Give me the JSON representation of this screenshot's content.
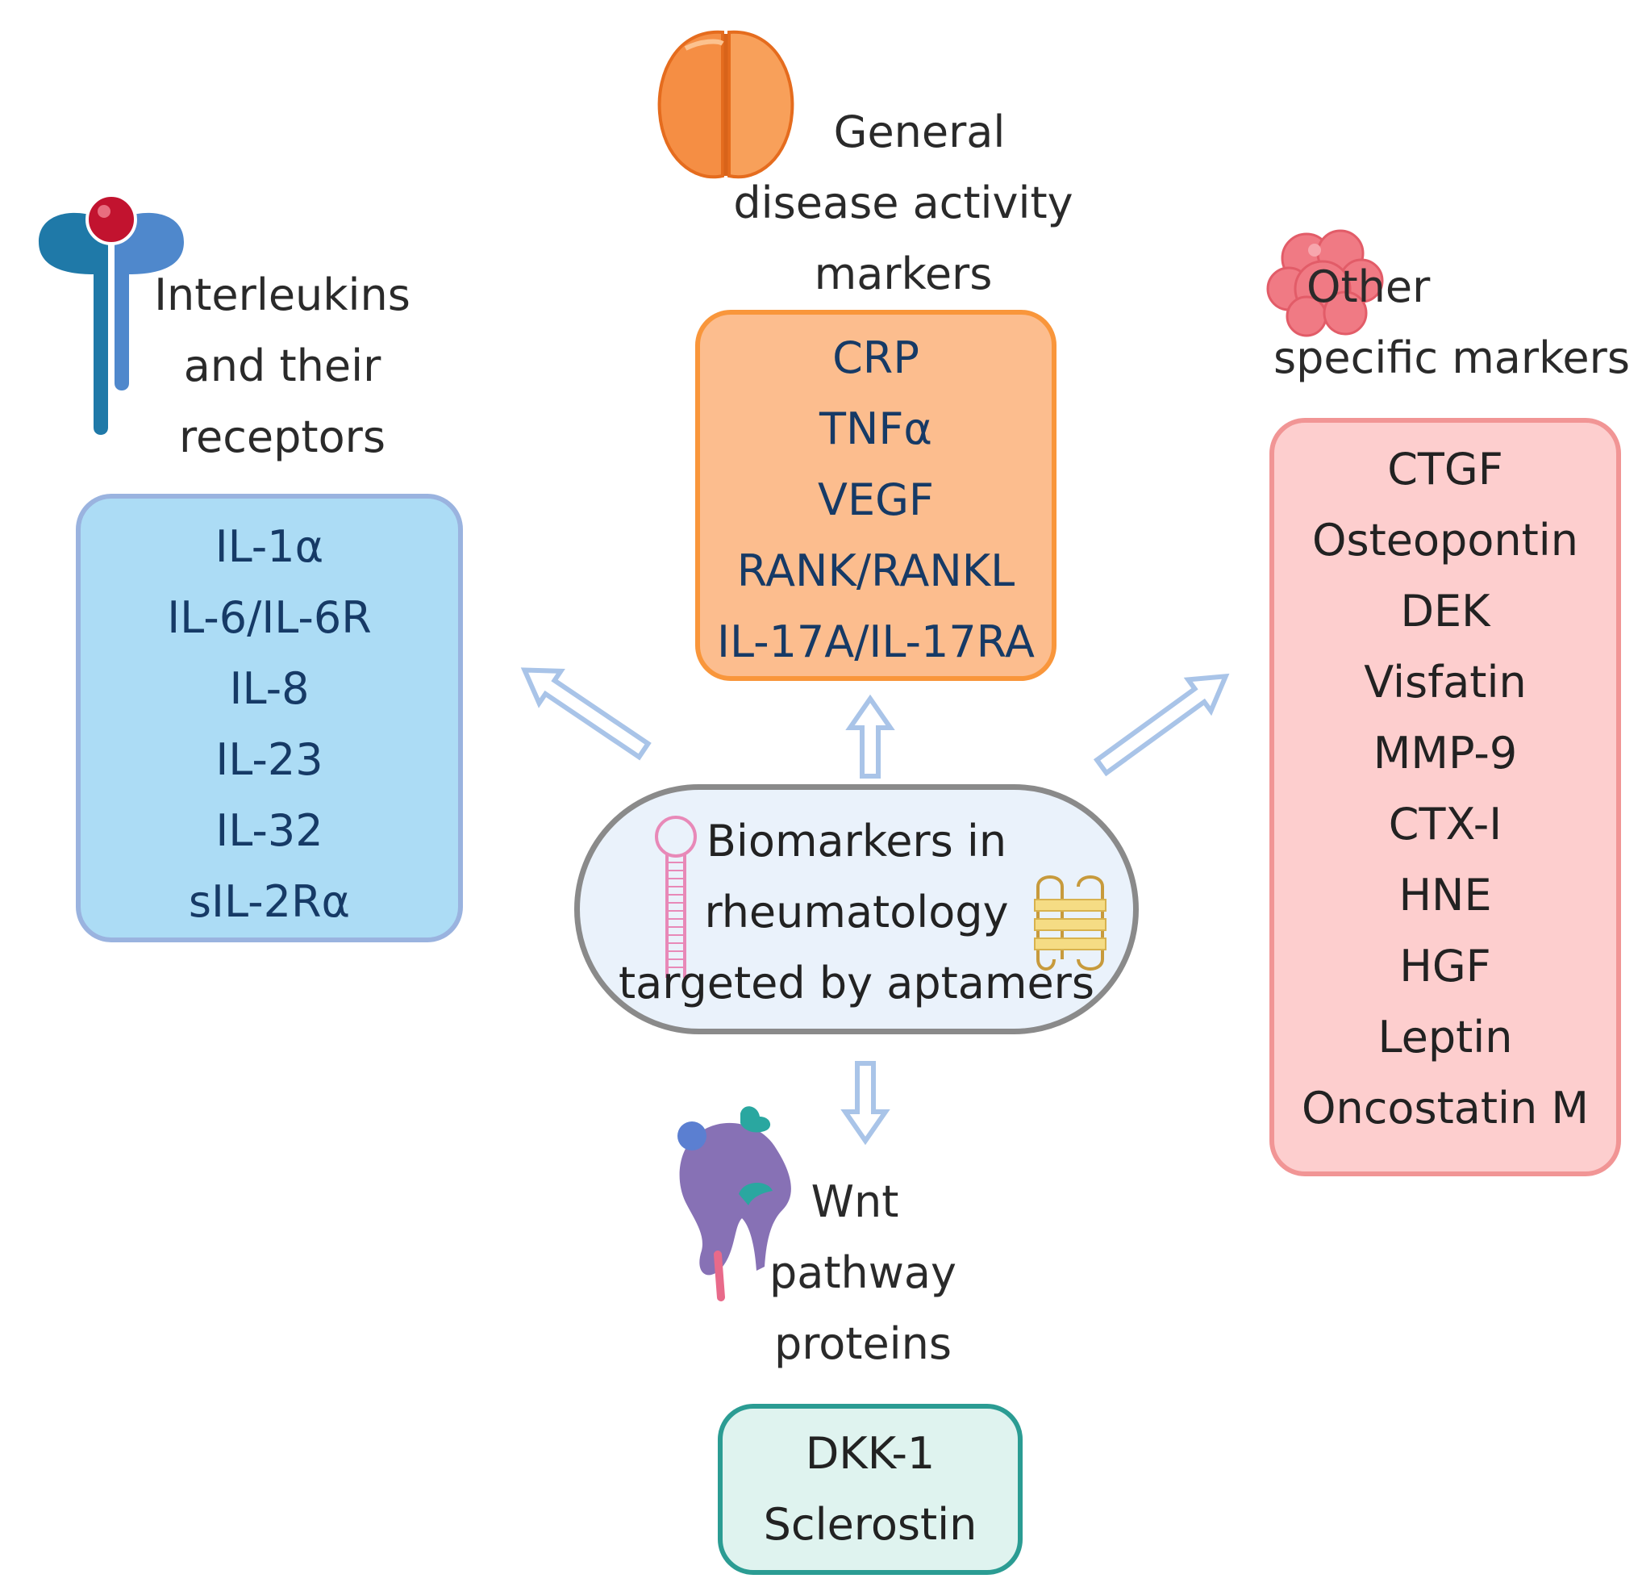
{
  "center": {
    "lines": [
      "Biomarkers in",
      "rheumatology",
      "targeted by aptamers"
    ],
    "icons": [
      "aptamer-hairpin-icon",
      "g-quadruplex-icon"
    ]
  },
  "groups": {
    "interleukins": {
      "heading": [
        "Interleukins",
        "and their",
        "receptors"
      ],
      "items": [
        "IL-1α",
        "IL-6/IL-6R",
        "IL-8",
        "IL-23",
        "IL-32",
        "sIL-2Rα"
      ],
      "icon": "receptor-icon",
      "fill": "#acdcf5",
      "border": "#9ab3df"
    },
    "general": {
      "heading": [
        "General",
        "disease activity",
        "markers"
      ],
      "items": [
        "CRP",
        "TNFα",
        "VEGF",
        "RANK/RANKL",
        "IL-17A/IL-17RA"
      ],
      "icon": "protein-dimer-icon",
      "fill": "#fcbd8e",
      "border": "#f9963b"
    },
    "other": {
      "heading": [
        "Other",
        "specific markers"
      ],
      "items": [
        "CTGF",
        "Osteopontin",
        "DEK",
        "Visfatin",
        "MMP-9",
        "CTX-I",
        "HNE",
        "HGF",
        "Leptin",
        "Oncostatin M"
      ],
      "icon": "protein-cluster-icon",
      "fill": "#fdcece",
      "border": "#f19595"
    },
    "wnt": {
      "heading": [
        "Wnt",
        "pathway",
        "proteins"
      ],
      "items": [
        "DKK-1",
        "Sclerostin"
      ],
      "icon": "wnt-protein-icon",
      "fill": "#dff3ef",
      "border": "#2b9c93"
    }
  },
  "arrow_color": "#a9c4e8"
}
